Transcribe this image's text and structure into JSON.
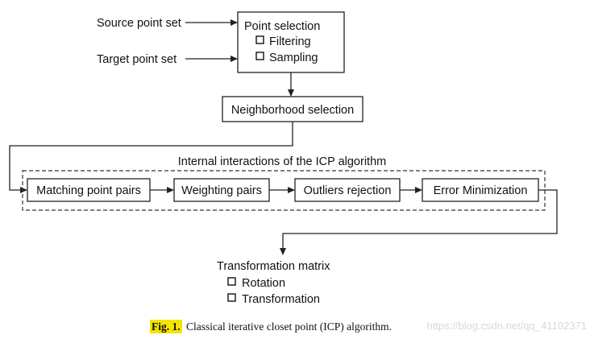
{
  "inputs": {
    "source": "Source point set",
    "target": "Target point set"
  },
  "point_selection": {
    "title": "Point selection",
    "options": [
      "Filtering",
      "Sampling"
    ]
  },
  "neighborhood": "Neighborhood selection",
  "internal": {
    "title": "Internal interactions of the ICP algorithm",
    "steps": [
      "Matching point pairs",
      "Weighting pairs",
      "Outliers rejection",
      "Error Minimization"
    ]
  },
  "output": {
    "title": "Transformation matrix",
    "options": [
      "Rotation",
      "Transformation"
    ]
  },
  "caption": {
    "label": "Fig. 1.",
    "text": "Classical iterative closet point (ICP) algorithm.",
    "label_highlight": "#f5e400"
  },
  "watermark": "https://blog.csdn.net/qq_41102371"
}
